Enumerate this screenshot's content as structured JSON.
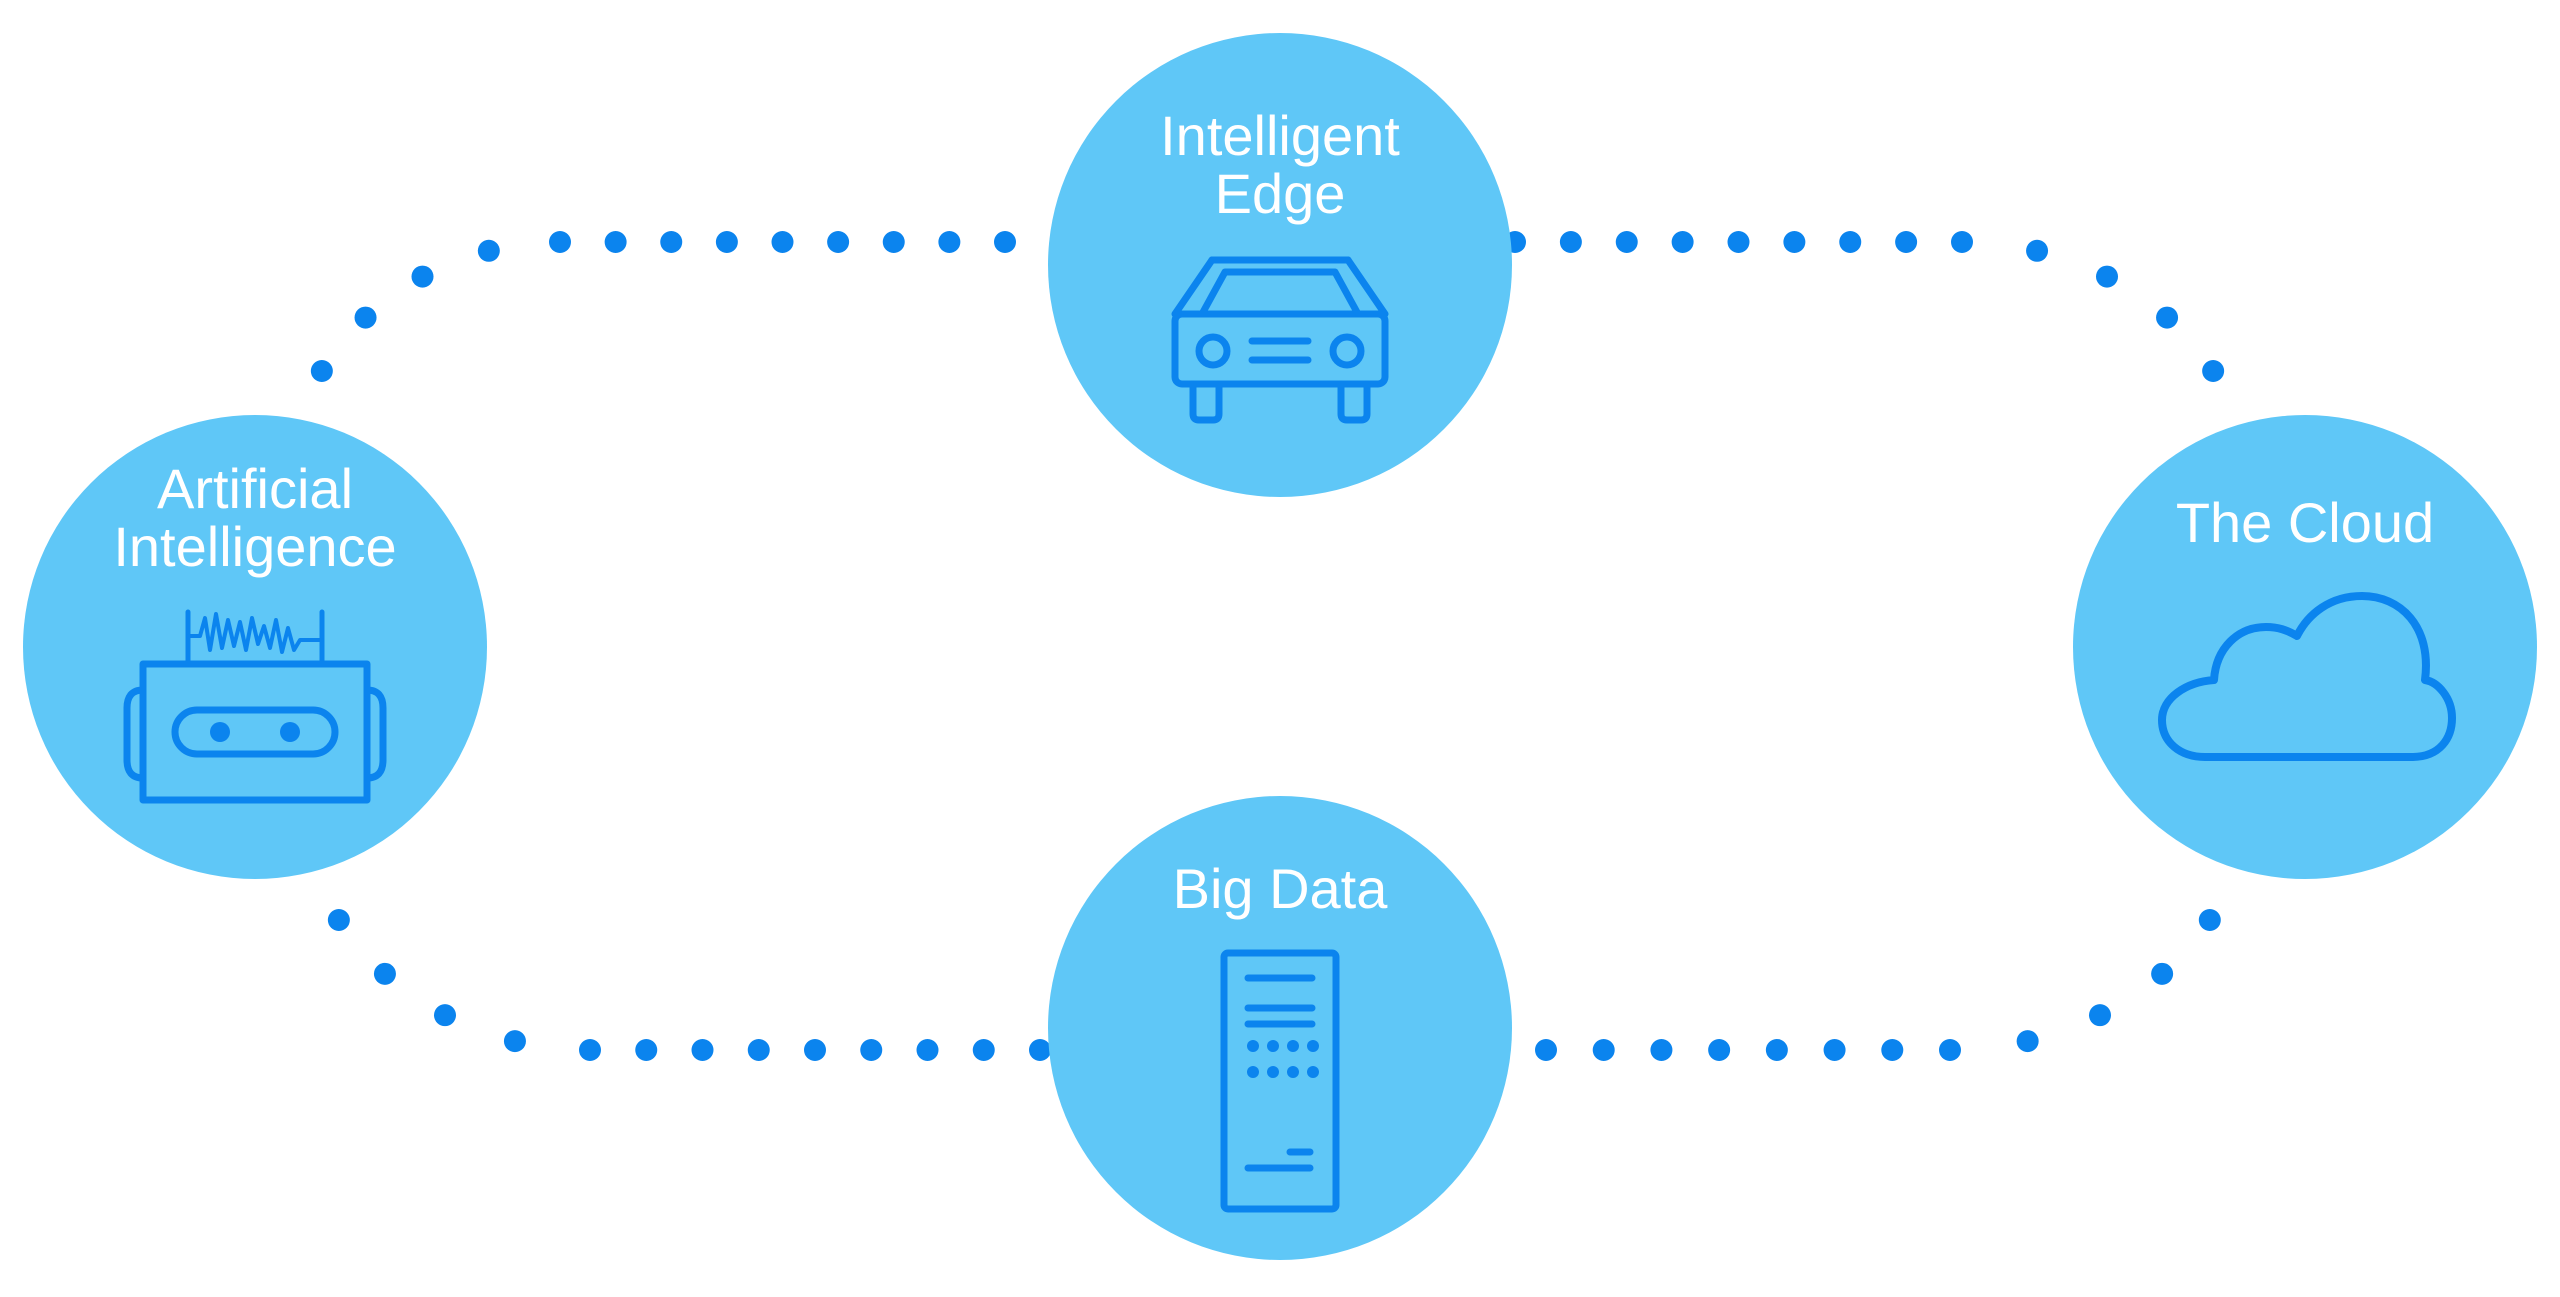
{
  "nodes": {
    "intelligent_edge": {
      "label_lines": [
        "Intelligent",
        "Edge"
      ],
      "icon": "car-icon"
    },
    "the_cloud": {
      "label_lines": [
        "The Cloud"
      ],
      "icon": "cloud-icon"
    },
    "big_data": {
      "label_lines": [
        "Big Data"
      ],
      "icon": "server-icon"
    },
    "artificial_intelligence": {
      "label_lines": [
        "Artificial",
        "Intelligence"
      ],
      "icon": "robot-icon"
    }
  },
  "colors": {
    "circle": "#5fc7f7",
    "accent": "#0b84ee",
    "label": "#ffffff",
    "background": "#ffffff"
  }
}
